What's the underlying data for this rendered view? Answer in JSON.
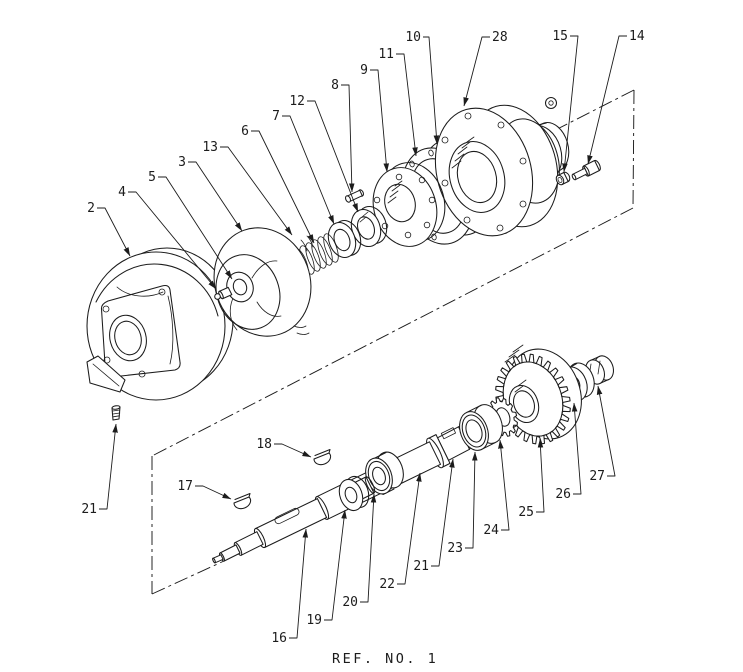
{
  "figure": {
    "footer_text": "REF.  NO.  1"
  },
  "colors": {
    "line": "#1c1c1c",
    "background": "#ffffff"
  },
  "callouts": {
    "c2": {
      "label": "2"
    },
    "c3": {
      "label": "3"
    },
    "c4": {
      "label": "4"
    },
    "c5": {
      "label": "5"
    },
    "c6": {
      "label": "6"
    },
    "c7": {
      "label": "7"
    },
    "c8": {
      "label": "8"
    },
    "c9": {
      "label": "9"
    },
    "c10": {
      "label": "10"
    },
    "c11": {
      "label": "11"
    },
    "c12": {
      "label": "12"
    },
    "c13": {
      "label": "13"
    },
    "c14": {
      "label": "14"
    },
    "c15": {
      "label": "15"
    },
    "c16": {
      "label": "16"
    },
    "c17": {
      "label": "17"
    },
    "c18": {
      "label": "18"
    },
    "c19": {
      "label": "19"
    },
    "c20": {
      "label": "20"
    },
    "c21a": {
      "label": "21"
    },
    "c21b": {
      "label": "21"
    },
    "c22": {
      "label": "22"
    },
    "c23": {
      "label": "23"
    },
    "c24": {
      "label": "24"
    },
    "c25": {
      "label": "25"
    },
    "c26": {
      "label": "26"
    },
    "c27": {
      "label": "27"
    },
    "c28": {
      "label": "28"
    }
  }
}
